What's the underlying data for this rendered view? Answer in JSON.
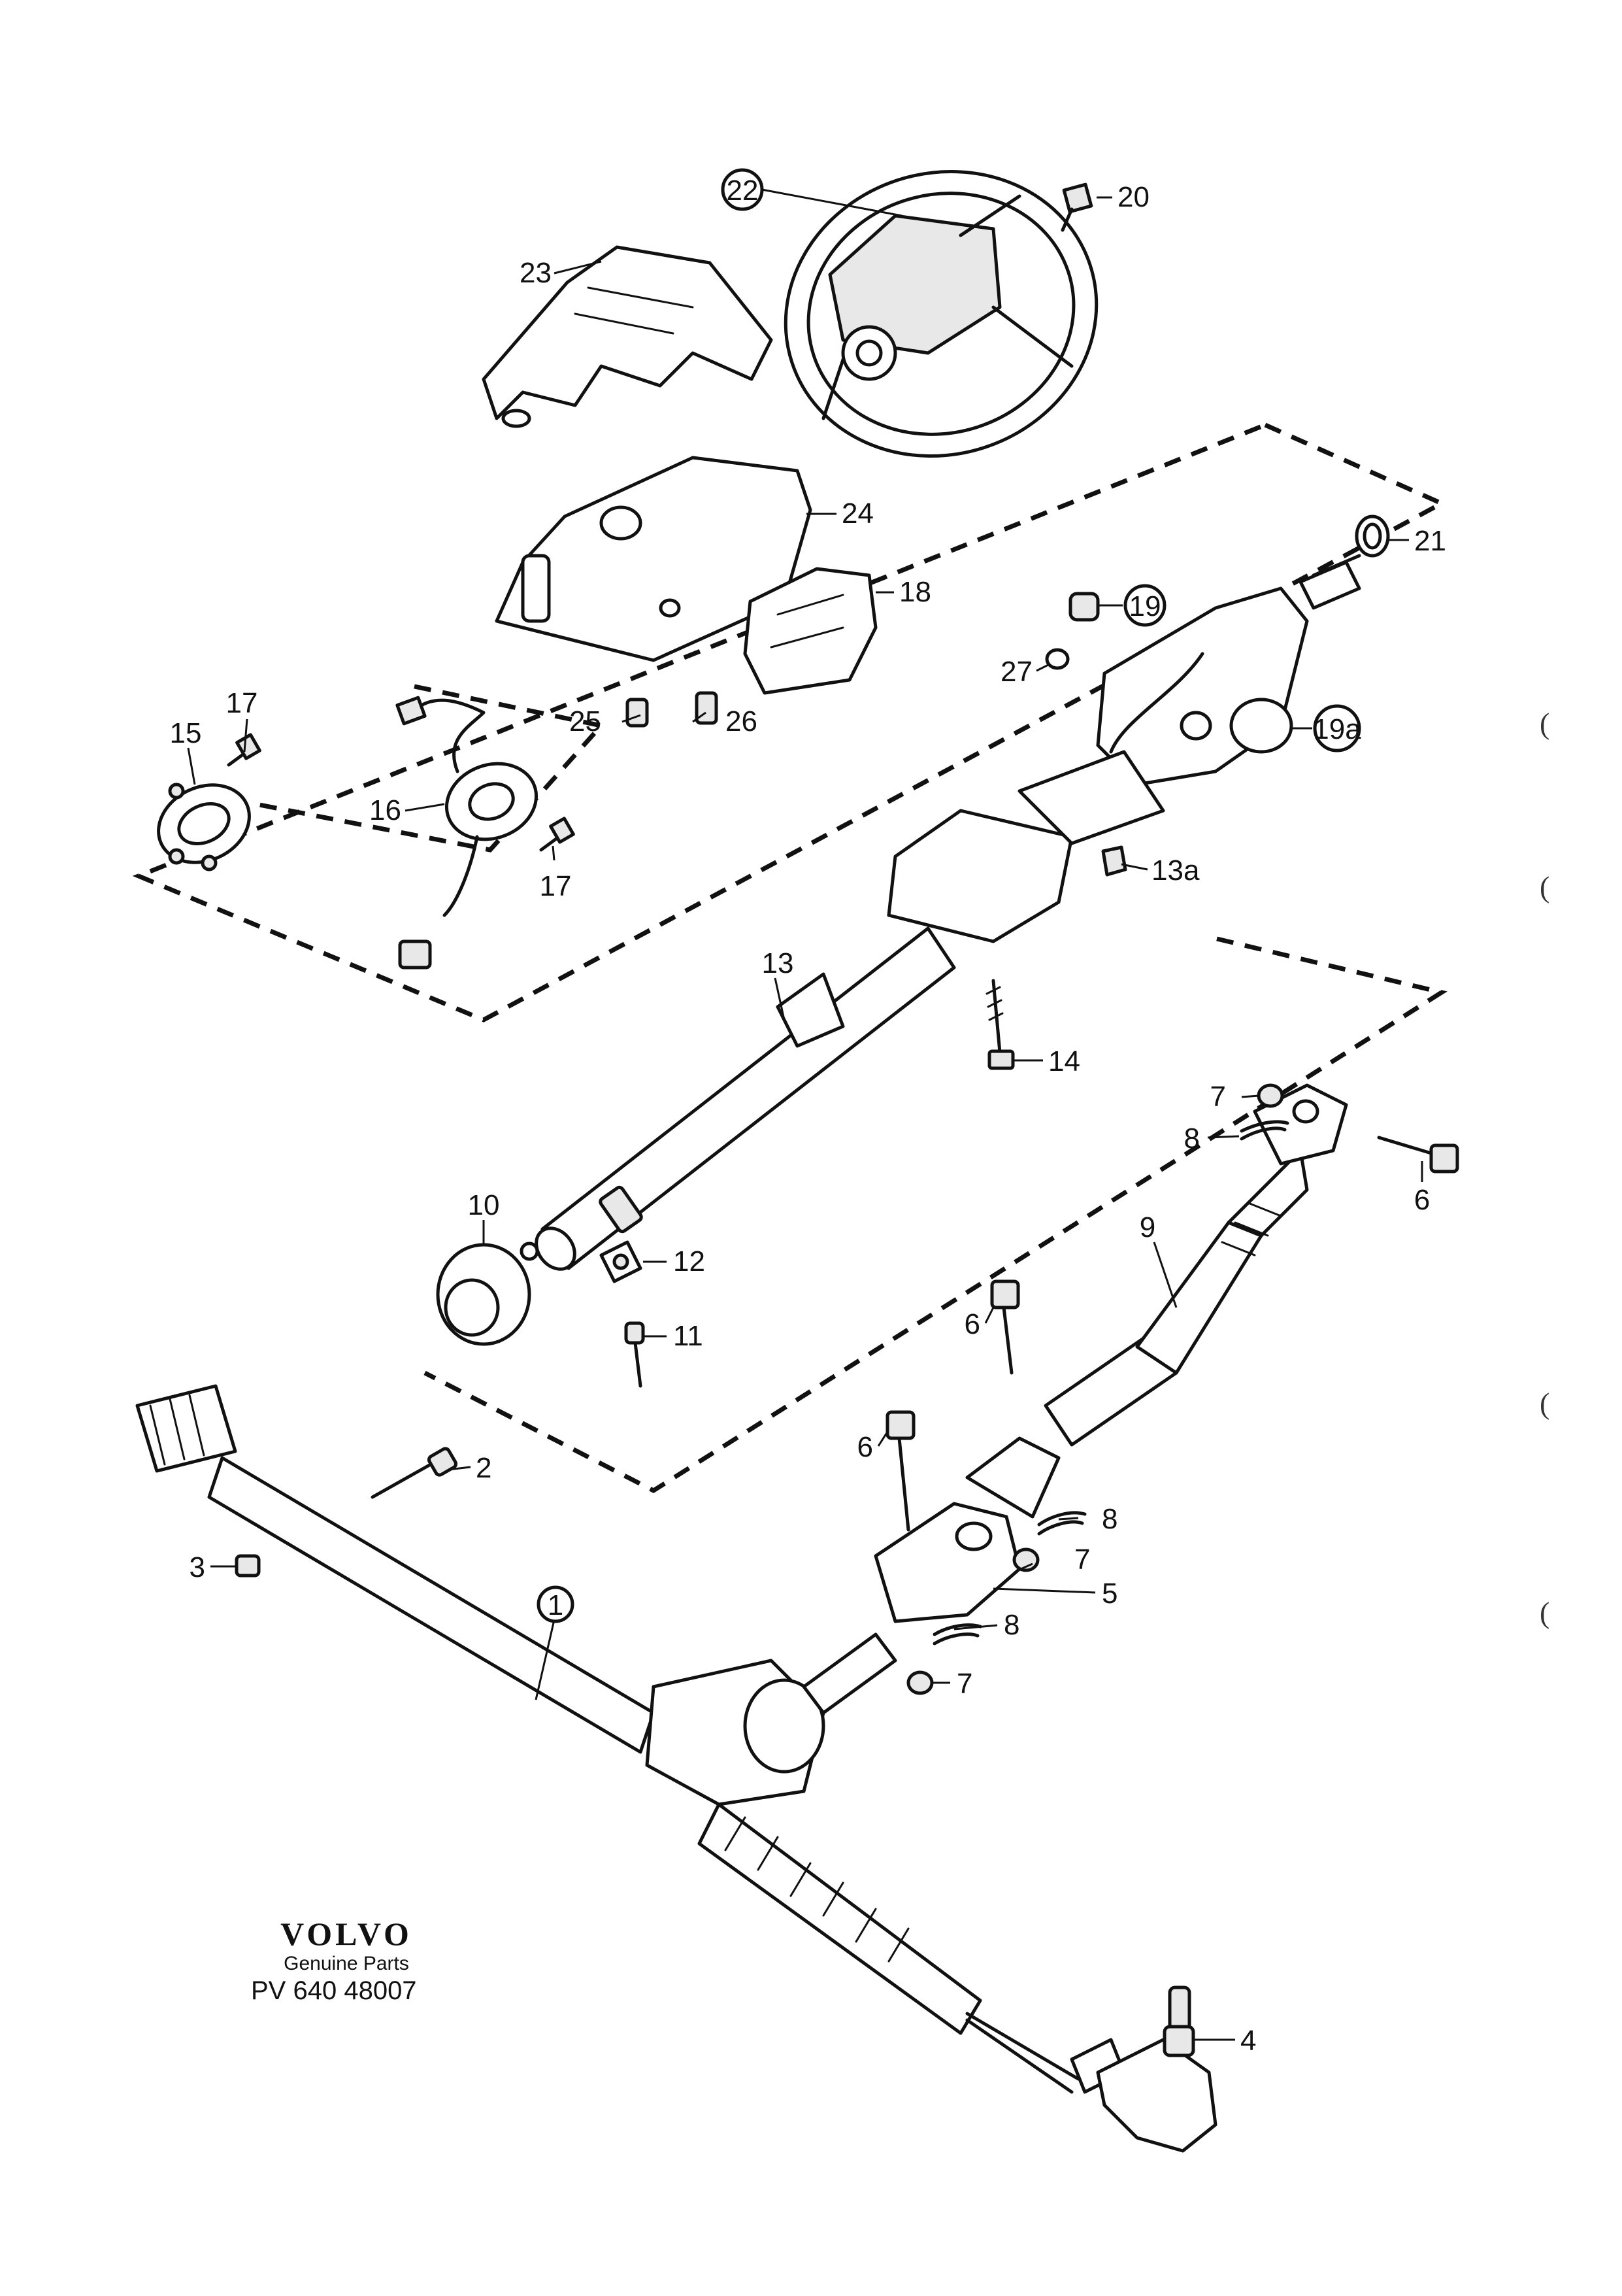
{
  "brand": {
    "logo": "VOLVO",
    "subtitle": "Genuine Parts",
    "code": "PV 640 48007"
  },
  "edge_marks": [
    "(",
    "(",
    "(",
    "("
  ],
  "callouts": {
    "c1": "1",
    "c2": "2",
    "c3": "3",
    "c4": "4",
    "c5": "5",
    "c6a": "6",
    "c6b": "6",
    "c6c": "6",
    "c7a": "7",
    "c7b": "7",
    "c7c": "7",
    "c8a": "8",
    "c8b": "8",
    "c8c": "8",
    "c9": "9",
    "c10": "10",
    "c11": "11",
    "c12": "12",
    "c13": "13",
    "c13a": "13a",
    "c14": "14",
    "c15": "15",
    "c16": "16",
    "c17a": "17",
    "c17b": "17",
    "c18": "18",
    "c19": "19",
    "c19a": "19a",
    "c20": "20",
    "c21": "21",
    "c22": "22",
    "c23": "23",
    "c24": "24",
    "c25": "25",
    "c26": "26",
    "c27": "27"
  }
}
